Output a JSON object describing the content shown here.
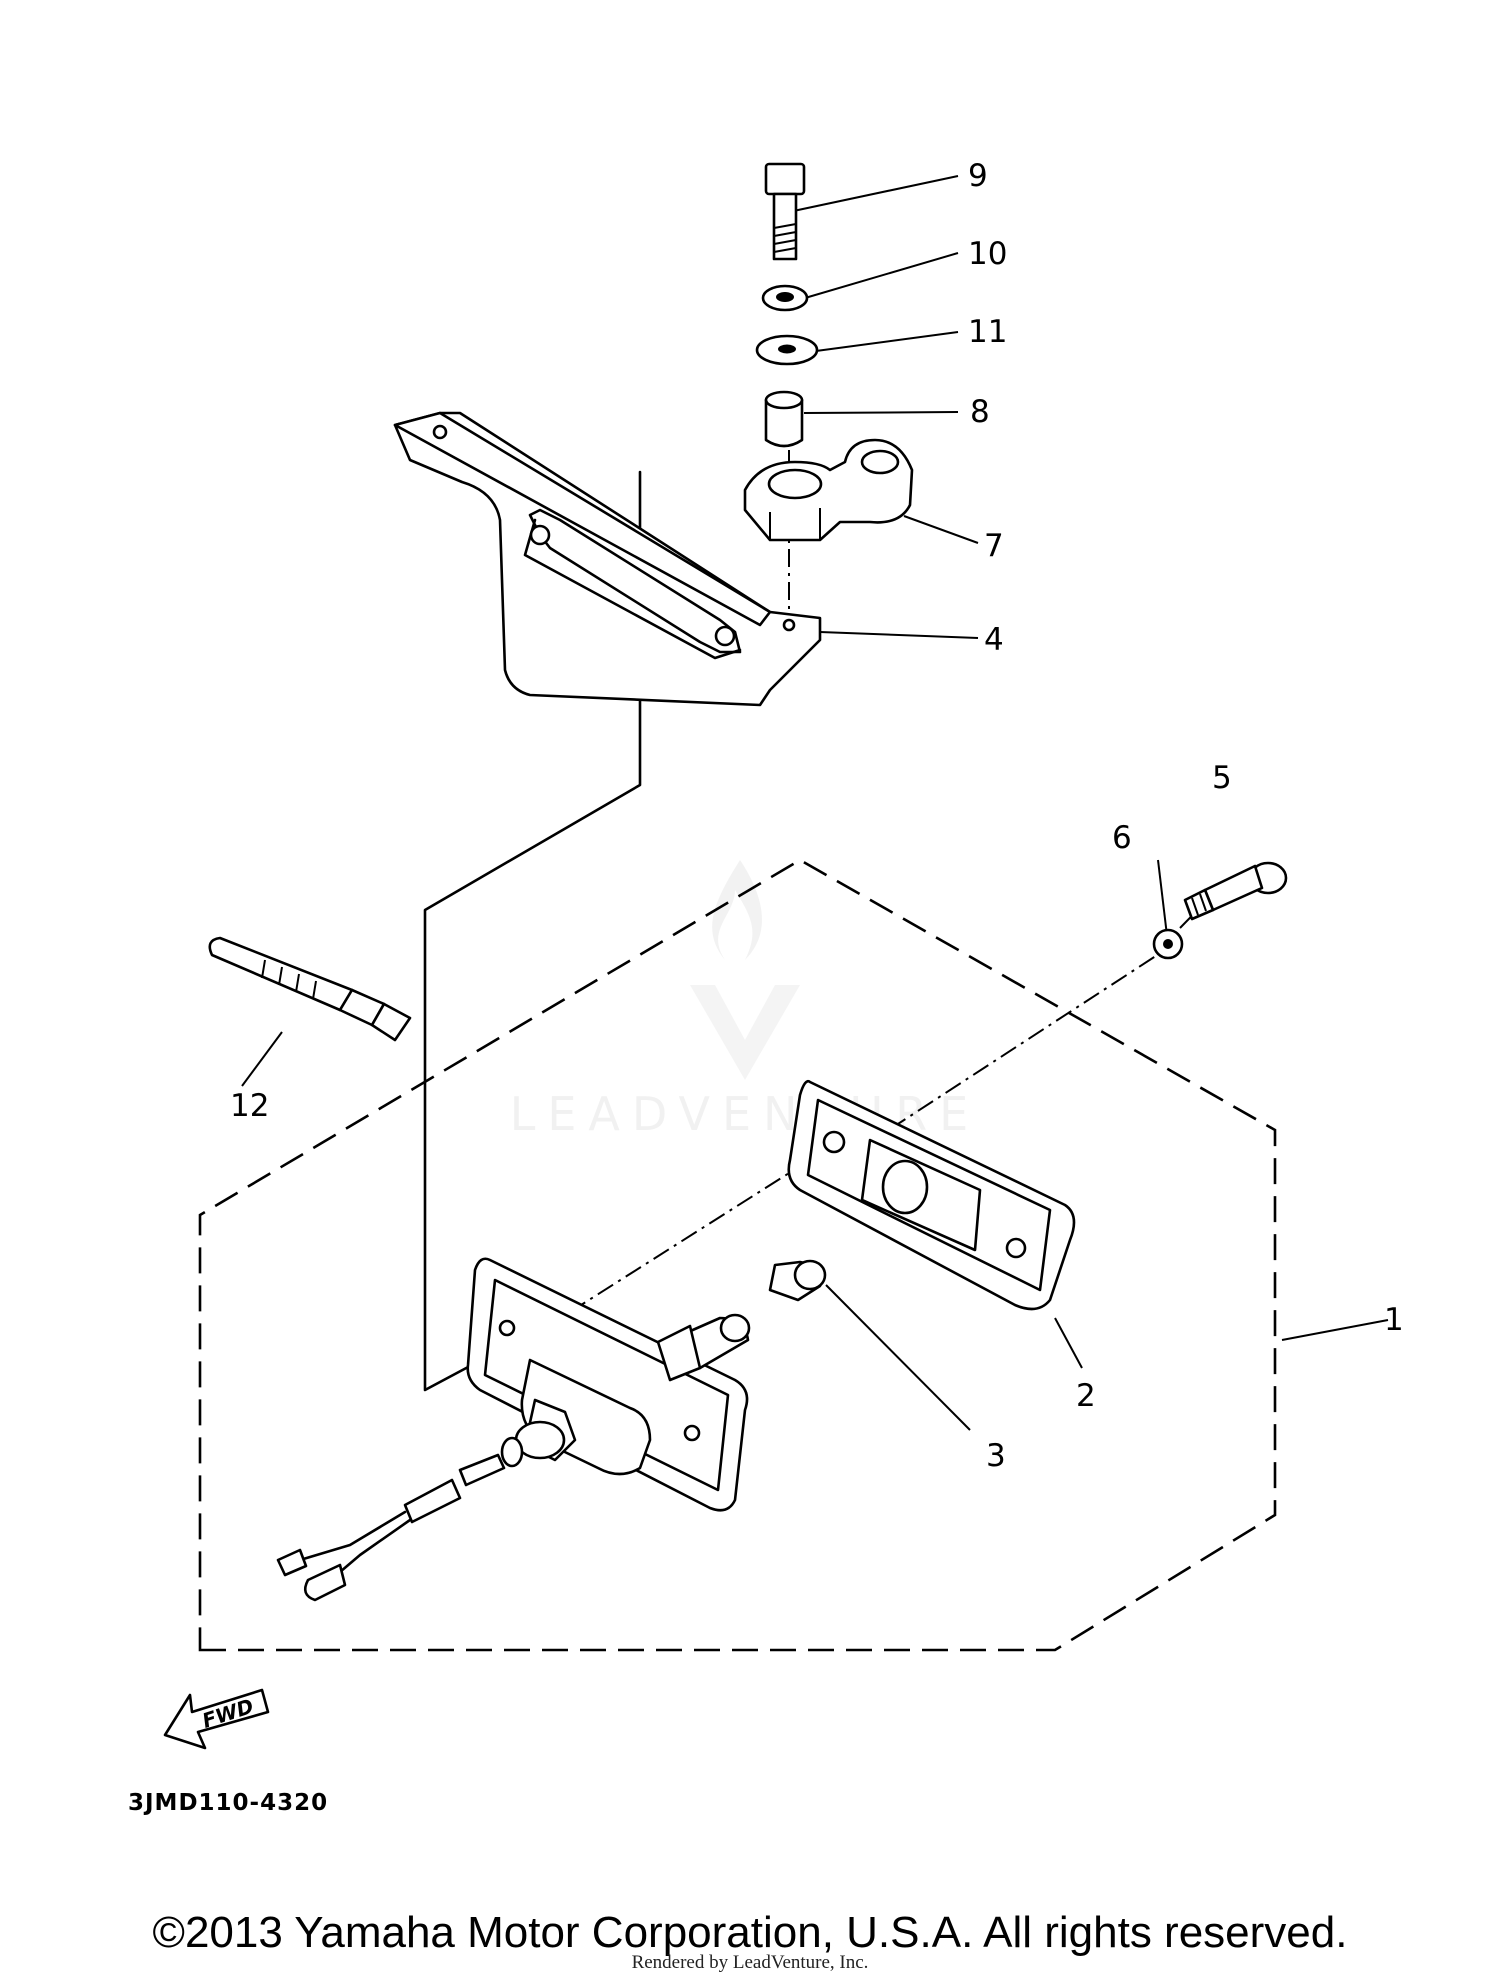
{
  "diagram": {
    "diagram_code": "3JMD110-4320",
    "direction_tag": "FWD",
    "watermark": "LEADVENTURE",
    "callouts": [
      "1",
      "2",
      "3",
      "4",
      "5",
      "6",
      "7",
      "8",
      "9",
      "10",
      "11",
      "12"
    ]
  },
  "footer": {
    "copyright": "©2013 Yamaha Motor Corporation, U.S.A. All rights reserved.",
    "rendered_by": "Rendered by LeadVenture, Inc."
  }
}
